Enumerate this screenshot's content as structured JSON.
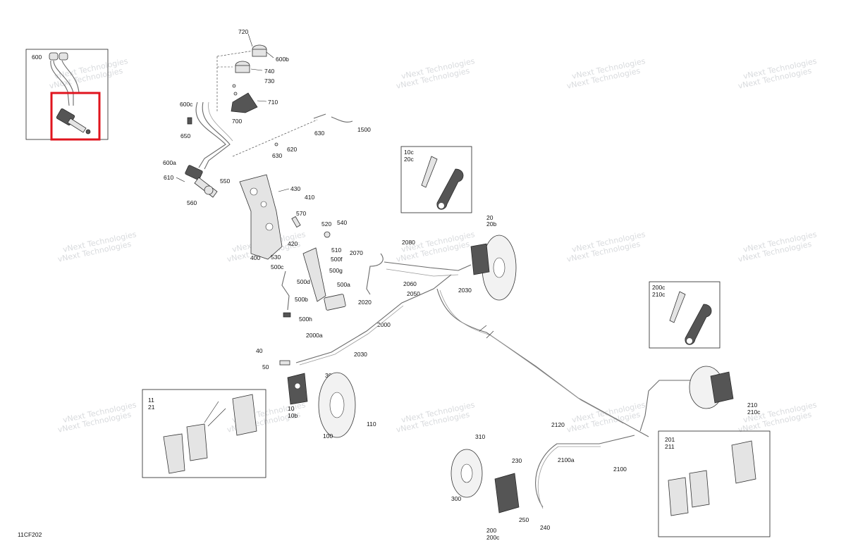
{
  "figure_code": "11CF202",
  "watermark": "vNext Technologies",
  "highlight_color": "#e0141e",
  "callouts": {
    "c720": "720",
    "c600b": "600b",
    "c740": "740",
    "c730": "730",
    "c710": "710",
    "c700": "700",
    "c600": "600",
    "c600c": "600c",
    "c650": "650",
    "c630a": "630",
    "c1500": "1500",
    "c620": "620",
    "c630b": "630",
    "c600a": "600a",
    "c610": "610",
    "c550": "550",
    "c560": "560",
    "c430": "430",
    "c410": "410",
    "c570": "570",
    "c520": "520",
    "c540": "540",
    "c420": "420",
    "c510": "510",
    "c530": "530",
    "c400": "400",
    "c500f": "500f",
    "c500c": "500c",
    "c500g": "500g",
    "c500d": "500d",
    "c500a": "500a",
    "c500b": "500b",
    "c500h": "500h",
    "c10c": "10c",
    "c20c": "20c",
    "c20": "20",
    "c20b": "20b",
    "c2080": "2080",
    "c2070": "2070",
    "c2060": "2060",
    "c2050": "2050",
    "c2030a": "2030",
    "c2020": "2020",
    "c2000": "2000",
    "c2000a": "2000a",
    "c2030b": "2030",
    "c40": "40",
    "c50": "50",
    "c30": "30",
    "c10": "10",
    "c10b": "10b",
    "c110": "110",
    "c100": "100",
    "c11": "11",
    "c21": "21",
    "c200c": "200c",
    "c210c": "210c",
    "c210": "210",
    "c210cb": "210c",
    "c2120": "2120",
    "c2100a": "2100a",
    "c2100": "2100",
    "c310": "310",
    "c230": "230",
    "c300": "300",
    "c250": "250",
    "c240": "240",
    "c200": "200",
    "c200cb": "200c",
    "c201": "201",
    "c211": "211"
  }
}
